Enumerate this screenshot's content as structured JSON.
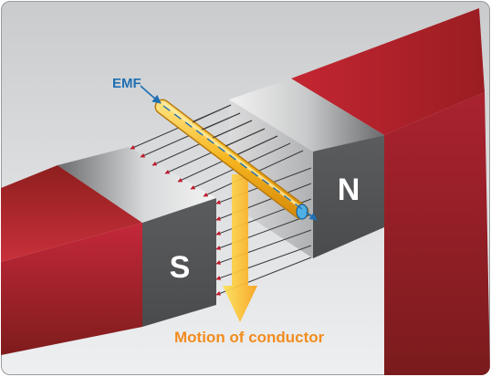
{
  "diagram": {
    "labels": {
      "emf": "EMF",
      "south_pole": "S",
      "north_pole": "N",
      "motion": "Motion of conductor"
    },
    "colors": {
      "emf_label": "#1f6fb2",
      "motion_label": "#f28c1e",
      "field_arrow": "#c0182a",
      "emf_arrow": "#1f6fb2",
      "conductor": "#f6b51f",
      "motion_arrow": "#f9a21a",
      "magnet_red": "#b8232a"
    }
  }
}
